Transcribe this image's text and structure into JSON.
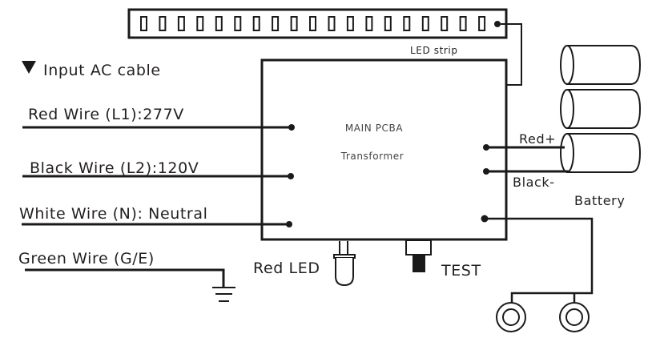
{
  "diagram": {
    "led_strip": {
      "label": "LED strip",
      "led_count": 19
    },
    "input_section": {
      "heading_icon": "triangle-down-icon",
      "heading": "Input AC cable",
      "wires": [
        {
          "label": "Red Wire (L1):277V"
        },
        {
          "label": "Black Wire (L2):120V"
        },
        {
          "label": "White Wire (N): Neutral"
        },
        {
          "label": "Green Wire (G/E)"
        }
      ]
    },
    "main_board": {
      "title": "MAIN PCBA",
      "subtitle": "Transformer"
    },
    "battery": {
      "label": "Battery",
      "positive_label": "Red+",
      "negative_label": "Black-",
      "cell_count": 3
    },
    "red_led": {
      "label": "Red LED"
    },
    "test_switch": {
      "label": "TEST"
    },
    "remote_heads": {
      "count": 2
    }
  }
}
